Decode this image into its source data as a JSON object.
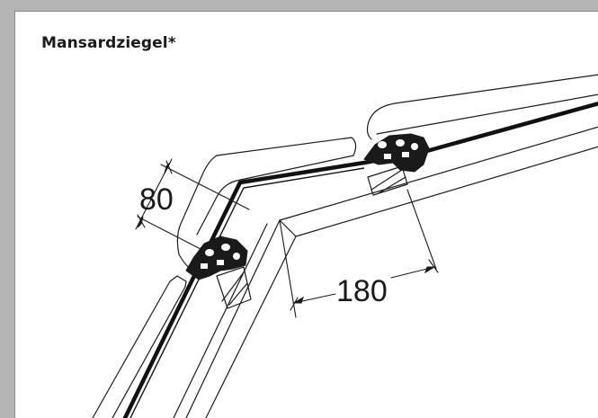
{
  "title": "Mansardziegel*",
  "dimensions": {
    "overlap": "80",
    "batten_distance": "180"
  },
  "colors": {
    "background": "#b4b4b4",
    "sheet": "#ffffff",
    "line": "#1a1a1a"
  }
}
